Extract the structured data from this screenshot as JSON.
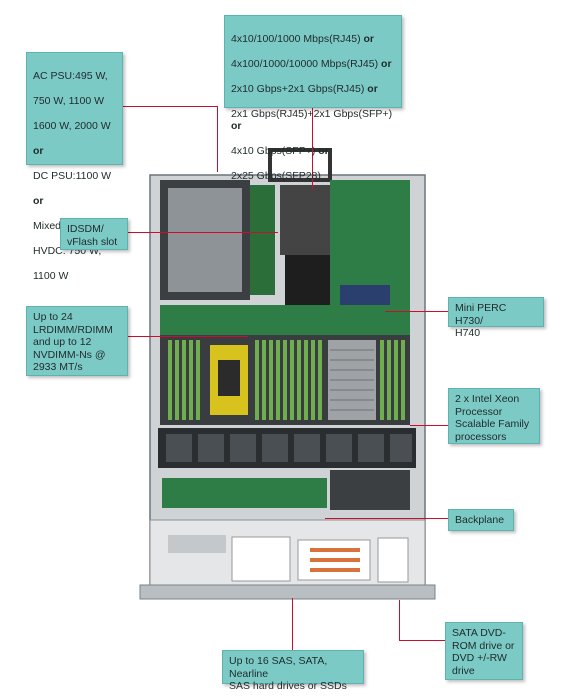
{
  "callouts": {
    "psu": {
      "lines": [
        "AC PSU:495 W,",
        "750 W, 1100 W",
        "1600 W, 2000 W"
      ],
      "or1": "or",
      "dc": "DC PSU:1100 W",
      "or2": "or",
      "mixed": [
        "Mixed Mode",
        "HVDC: 750 W,",
        "1100 W"
      ]
    },
    "network": {
      "items": [
        {
          "text": "4x10/100/1000 Mbps(RJ45)",
          "suffix": " or"
        },
        {
          "text": "4x100/1000/10000 Mbps(RJ45)",
          "suffix": " or"
        },
        {
          "text": "2x10 Gbps+2x1 Gbps(RJ45)",
          "suffix": " or"
        },
        {
          "text": "2x1 Gbps(RJ45)+2x1 Gbps(SFP+)",
          "suffix": " or"
        },
        {
          "text": "4x10 Gbps(SFP+)",
          "suffix": " or"
        },
        {
          "text": "2x25 Gbps(SFP28)",
          "suffix": ""
        }
      ]
    },
    "idsdm": "IDSDM/\nvFlash slot",
    "memory": "Up to 24\nLRDIMM/RDIMM\nand up to 12\nNVDIMM-Ns @\n2933 MT/s",
    "perc": "Mini PERC H730/\nH740",
    "processor": "2 x Intel Xeon\nProcessor\nScalable Family\nprocessors",
    "backplane": "Backplane",
    "drives": "Up to 16 SAS, SATA, Nearline\nSAS hard drives or SSDs",
    "optical": "SATA DVD-\nROM drive or\nDVD +/-RW\ndrive"
  },
  "colors": {
    "callout_bg": "#7ccac6",
    "leader_line": "#c8102e"
  }
}
